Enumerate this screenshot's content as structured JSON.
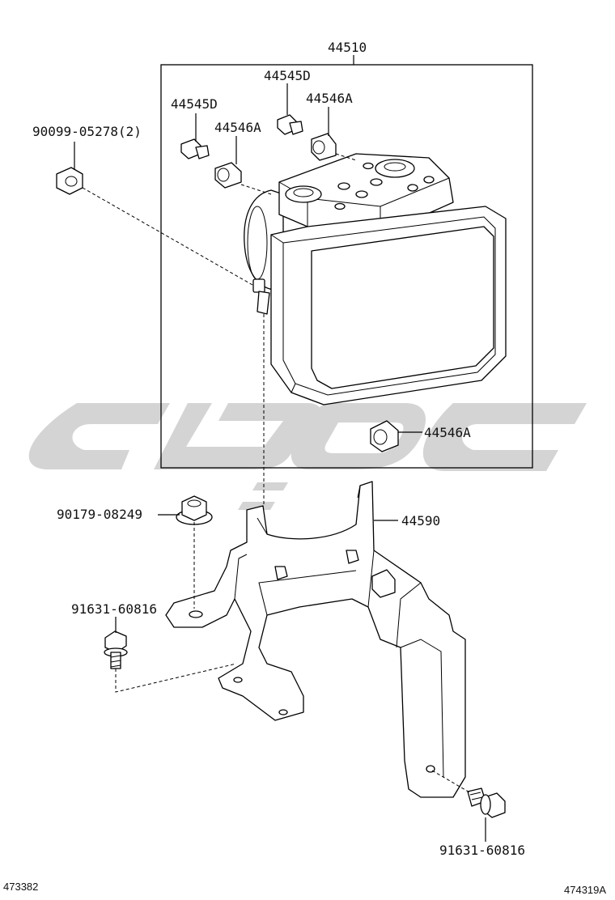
{
  "labels": {
    "assembly": "44510",
    "bolt_45d_top": "44545D",
    "bolt_45d_left": "44545D",
    "grommet_46a_top": "44546A",
    "grommet_46a_left": "44546A",
    "grommet_46a_right": "44546A",
    "nut_upper_left": "90099-05278(2)",
    "bracket": "44590",
    "nut_bracket": "90179-08249",
    "bolt_left": "91631-60816",
    "bolt_right": "91631-60816"
  },
  "footer": {
    "left_code": "473382",
    "right_code": "474319A"
  },
  "colors": {
    "line": "#000000",
    "watermark": "#d4d4d4"
  }
}
